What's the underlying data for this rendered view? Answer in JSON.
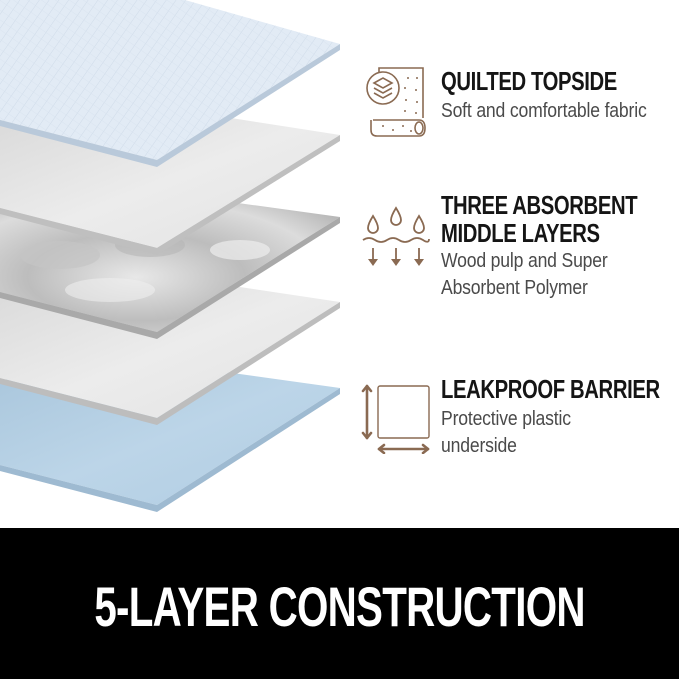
{
  "colors": {
    "accent_brown": "#8a6a52",
    "title_text": "#151515",
    "desc_text": "#4a4a4a",
    "banner_bg": "#000000",
    "banner_text": "#ffffff",
    "layer_top_blue": "#e2ebf5",
    "layer_gray": "#e6e6e6",
    "layer_cloud_gray": "#cfcfcf",
    "layer_bottom_blue": "#b8d2e6"
  },
  "illustration": {
    "layers": [
      {
        "name": "quilted-topside-layer",
        "color": "#e2ebf5"
      },
      {
        "name": "absorbent-layer-1",
        "color": "#e6e6e6"
      },
      {
        "name": "absorbent-layer-2",
        "color": "#cfcfcf"
      },
      {
        "name": "absorbent-layer-3",
        "color": "#e4e4e4"
      },
      {
        "name": "leakproof-barrier-layer",
        "color": "#b8d2e6"
      }
    ]
  },
  "features": [
    {
      "icon": "quilted-fabric-roll-icon",
      "title": "QUILTED TOPSIDE",
      "description_lines": [
        "Soft and comfortable fabric"
      ]
    },
    {
      "icon": "droplets-absorb-icon",
      "title_lines": [
        "THREE ABSORBENT",
        "MIDDLE LAYERS"
      ],
      "description_lines": [
        "Wood  pulp and Super",
        "Absorbent Polymer"
      ]
    },
    {
      "icon": "square-dimensions-icon",
      "title": "LEAKPROOF BARRIER",
      "description_lines": [
        "Protective plastic",
        "underside"
      ]
    }
  ],
  "banner": {
    "title": "5-LAYER CONSTRUCTION"
  }
}
